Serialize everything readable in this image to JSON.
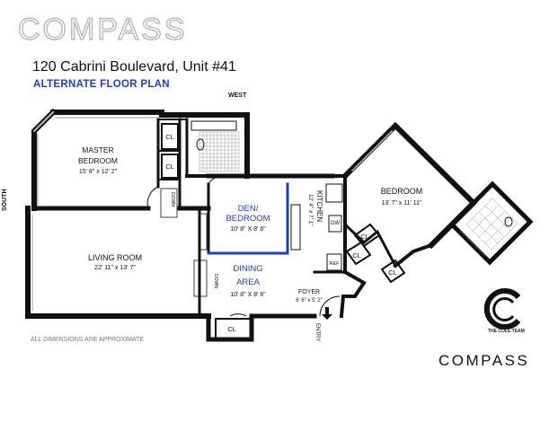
{
  "brand": {
    "logo_top": "COMPASS",
    "logo_bottom": "COMPASS",
    "team_name": "THE COLE TEAM"
  },
  "listing": {
    "address": "120 Cabrini Boulevard, Unit #41",
    "subtitle": "ALTERNATE FLOOR PLAN"
  },
  "compass": {
    "west": "WEST",
    "south": "SOUTH"
  },
  "note": "ALL DIMENSIONS ARE APPROXIMATE",
  "rooms": {
    "master_bedroom": {
      "name_line1": "MASTER",
      "name_line2": "BEDROOM",
      "dims": "15' 8\" x 12' 2\""
    },
    "living_room": {
      "name": "LIVING ROOM",
      "dims": "22' 11\" x 13' 7\""
    },
    "den": {
      "name_line1": "DEN/",
      "name_line2": "BEDROOM",
      "dims": "10' 8\" X 8' 6\""
    },
    "dining": {
      "name_line1": "DINING",
      "name_line2": "AREA",
      "dims": "10' 8\" X 8' 6\""
    },
    "kitchen": {
      "name": "KITCHEN",
      "dims": "12' 4\" x 7' 1\""
    },
    "bedroom": {
      "name": "BEDROOM",
      "dims": "13' 7\" x 11' 11\""
    },
    "foyer": {
      "name": "FOYER",
      "dims": "6' 6\" x 5' 2\""
    }
  },
  "labels": {
    "closet": "CL",
    "down": "DOWN",
    "dw": "DW",
    "ref": "REF",
    "entry": "ENTRY"
  },
  "colors": {
    "accent": "#1f3fb6",
    "wall": "#111111",
    "logo_outline": "#b9b9b9"
  }
}
